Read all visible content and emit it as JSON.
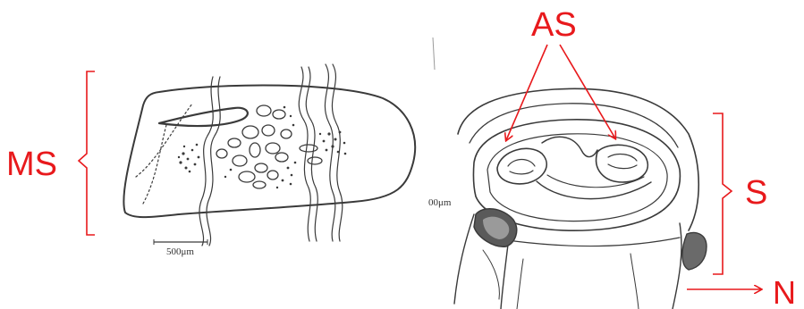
{
  "colors": {
    "annotation": "#e8191c",
    "ink": "#3a3a3a",
    "background": "#ffffff"
  },
  "labels": {
    "ms": "MS",
    "as": "AS",
    "s": "S",
    "n": "N"
  },
  "scale_bars": {
    "left": "500μm",
    "right_partial": "00μm"
  }
}
